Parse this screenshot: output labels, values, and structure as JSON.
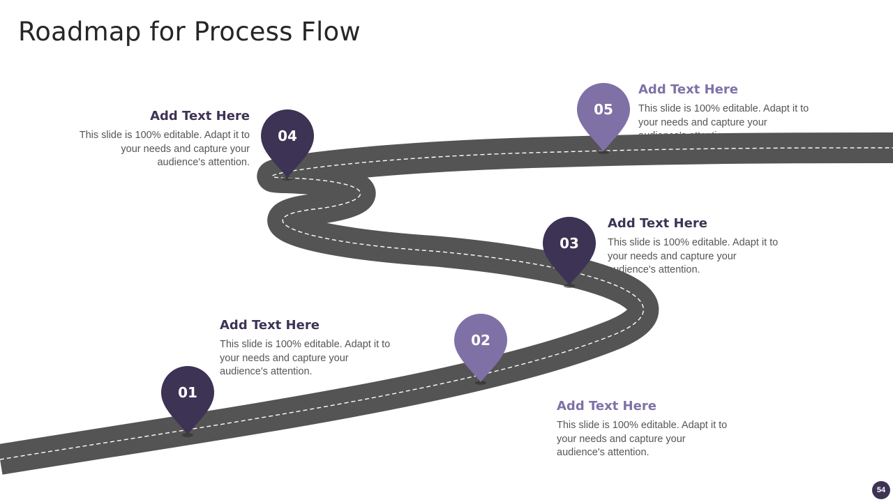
{
  "title": "Roadmap for Process Flow",
  "page_number": "54",
  "colors": {
    "road": "#545454",
    "lane_marking": "#ffffff",
    "dark_pin": "#3d3354",
    "light_pin": "#7f71a6"
  },
  "steps": [
    {
      "number": "01",
      "heading": "Add Text Here",
      "body": "This slide is 100% editable. Adapt it to your needs and capture your audience's attention.",
      "pin_color": "dark"
    },
    {
      "number": "02",
      "heading": "Add Text Here",
      "body": "This slide is 100% editable. Adapt it to your needs and capture your audience's attention.",
      "pin_color": "light"
    },
    {
      "number": "03",
      "heading": "Add Text Here",
      "body": "This slide is 100% editable. Adapt it to your needs and capture your audience's attention.",
      "pin_color": "dark"
    },
    {
      "number": "04",
      "heading": "Add Text Here",
      "body": "This slide is 100% editable. Adapt it to your needs and capture your audience's attention.",
      "pin_color": "dark"
    },
    {
      "number": "05",
      "heading": "Add Text Here",
      "body": "This slide is 100% editable. Adapt it to your needs and capture your audience's attention.",
      "pin_color": "light"
    }
  ]
}
